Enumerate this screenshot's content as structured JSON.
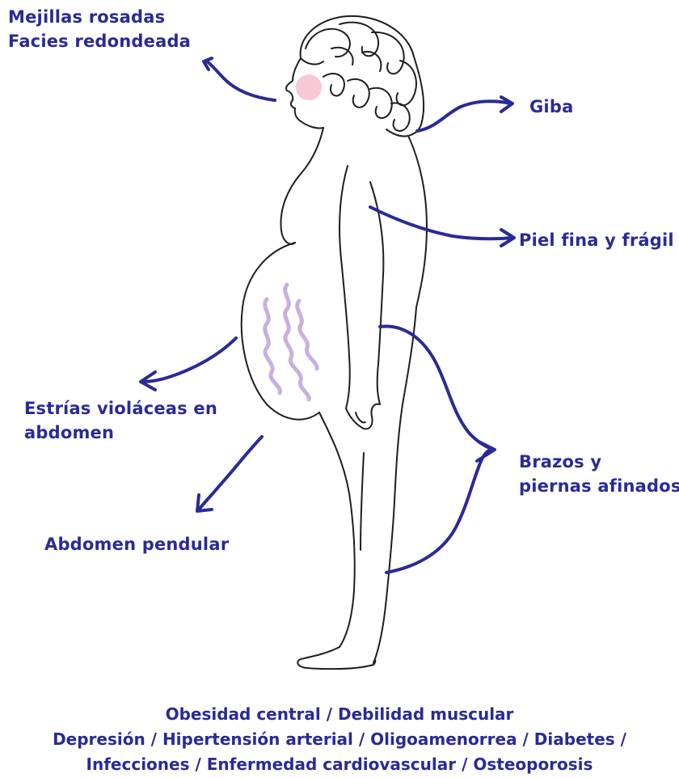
{
  "labels": {
    "face_line1": "Mejillas rosadas",
    "face_line2": "Facies redondeada",
    "hump": "Giba",
    "skin": "Piel fina y frágil",
    "striae_line1": "Estrías violáceas en",
    "striae_line2": "abdomen",
    "limbs_line1": "Brazos y",
    "limbs_line2": "piernas afinados",
    "abdomen": "Abdomen pendular"
  },
  "footer": {
    "line1": "Obesidad central / Debilidad muscular",
    "line2": "Depresión / Hipertensión arterial / Oligoamenorrea / Diabetes /",
    "line3": "Infecciones / Enfermedad cardiovascular / Osteoporosis"
  },
  "colors": {
    "annotation": "#2a2a96",
    "outline": "#1e1e1e",
    "cheek": "#f4b6c8",
    "striae": "#c3a6da"
  }
}
